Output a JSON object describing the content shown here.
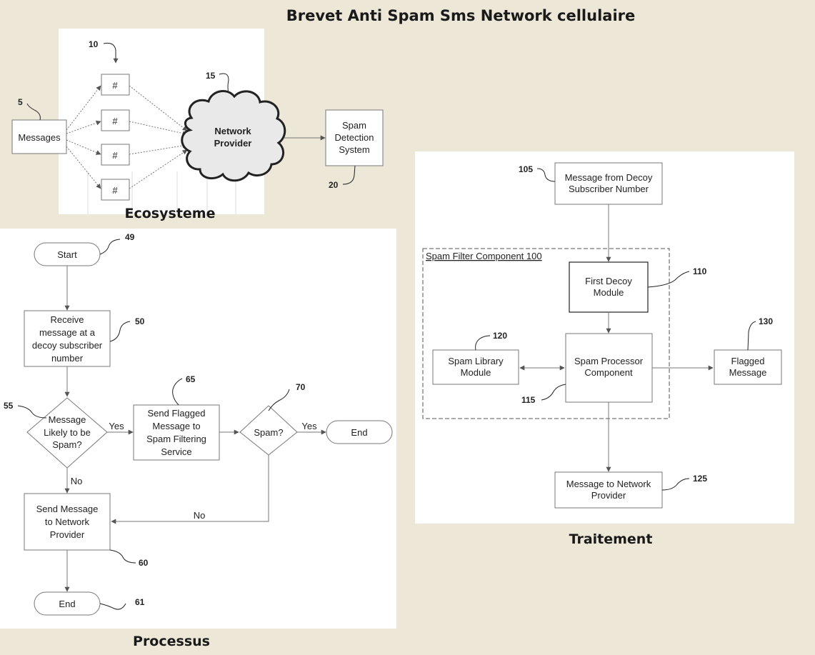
{
  "title": "Brevet Anti Spam Sms Network cellulaire",
  "sections": {
    "ecosystem": "Ecosysteme",
    "process": "Processus",
    "treatment": "Traitement"
  },
  "ecosystem": {
    "messages": "Messages",
    "hash": "#",
    "network_provider_line1": "Network",
    "network_provider_line2": "Provider",
    "spam_detection_line1": "Spam",
    "spam_detection_line2": "Detection",
    "spam_detection_line3": "System",
    "refs": {
      "messages": "5",
      "numbers": "10",
      "provider": "15",
      "detection": "20"
    }
  },
  "process": {
    "start": "Start",
    "receive": [
      "Receive",
      "message at a",
      "decoy subscriber",
      "number"
    ],
    "decision1": [
      "Message",
      "Likely to be",
      "Spam?"
    ],
    "send_flagged": [
      "Send Flagged",
      "Message to",
      "Spam Filtering",
      "Service"
    ],
    "decision2": "Spam?",
    "end": "End",
    "send_network": [
      "Send Message",
      "to Network",
      "Provider"
    ],
    "yes": "Yes",
    "no": "No",
    "refs": {
      "start": "49",
      "receive": "50",
      "decision1": "55",
      "send_flagged": "65",
      "decision2": "70",
      "send_network": "60",
      "end": "61"
    }
  },
  "treatment": {
    "decoy_message": [
      "Message from Decoy",
      "Subscriber Number"
    ],
    "component_label": "Spam Filter Component 100",
    "first_decoy": [
      "First Decoy",
      "Module"
    ],
    "library": [
      "Spam Library",
      "Module"
    ],
    "processor": [
      "Spam Processor",
      "Component"
    ],
    "flagged": [
      "Flagged",
      "Message"
    ],
    "to_network": [
      "Message to Network",
      "Provider"
    ],
    "refs": {
      "decoy_message": "105",
      "first_decoy": "110",
      "library": "120",
      "processor": "115",
      "flagged": "130",
      "to_network": "125"
    }
  }
}
